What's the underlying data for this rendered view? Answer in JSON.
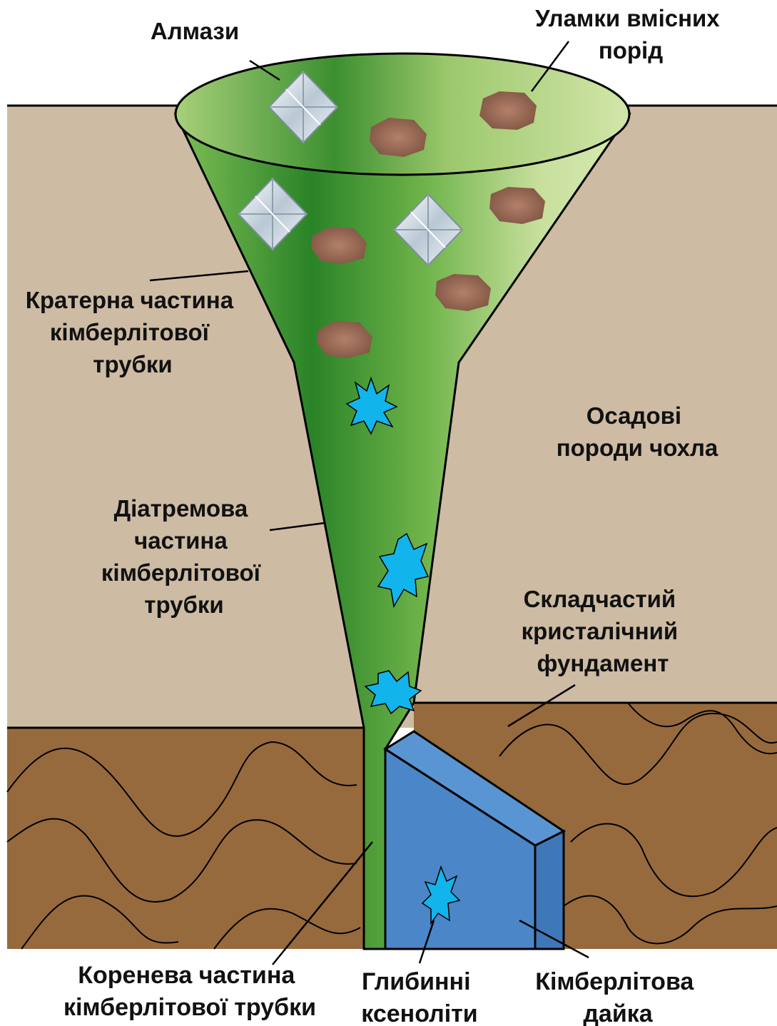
{
  "labels": {
    "diamonds": "Алмази",
    "host_rock_fragments": [
      "Уламки вмісних",
      "порід"
    ],
    "crater_part": [
      "Кратерна частина",
      "кімберлітової",
      "трубки"
    ],
    "sedimentary_cover": [
      "Осадові",
      "породи чохла"
    ],
    "diatreme_part": [
      "Діатремова",
      "частина",
      "кімберлітової",
      "трубки"
    ],
    "folded_basement": [
      "Складчастий",
      "кристалічний",
      "фундамент"
    ],
    "root_part": [
      "Коренева частина",
      "кімберлітової трубки"
    ],
    "deep_xenoliths": [
      "Глибинні",
      "ксеноліти"
    ],
    "kimberlite_dike": [
      "Кімберлітова",
      "дайка"
    ]
  },
  "colors": {
    "sediment": "#cdbba3",
    "basement": "#966a3d",
    "pipe_dark": "#2e8a2a",
    "pipe_light": "#cfe3a4",
    "dike_front": "#4a86c8",
    "dike_side": "#3f78b8",
    "xenolith": "#12b4ec",
    "rock_fragment": "#9a6a50",
    "diamond": "#dfe9f2"
  }
}
